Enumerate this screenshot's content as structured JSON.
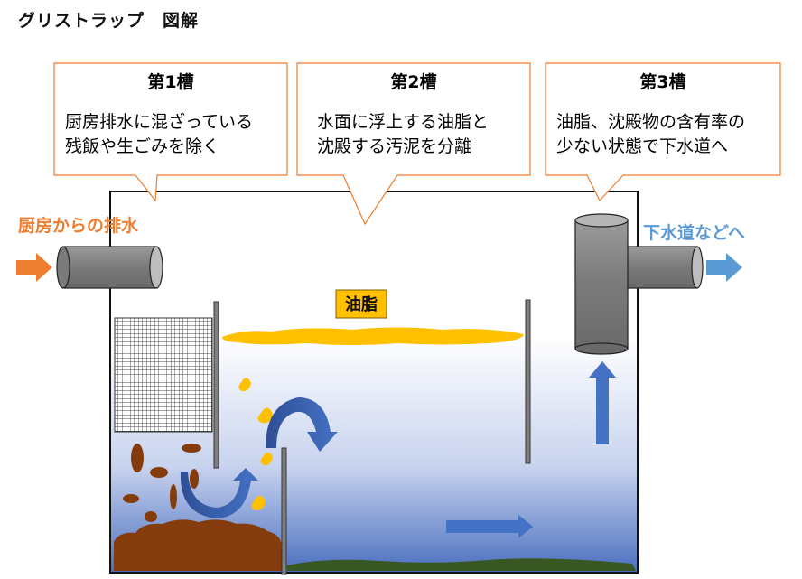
{
  "title": "グリストラップ　図解",
  "callouts": [
    {
      "heading": "第1槽",
      "lines": [
        "厨房排水に混ざっている",
        "残飯や生ごみを除く"
      ]
    },
    {
      "heading": "第2槽",
      "lines": [
        "水面に浮上する油脂と",
        "沈殿する汚泥を分離"
      ]
    },
    {
      "heading": "第3槽",
      "lines": [
        "油脂、沈殿物の含有率の",
        "少ない状態で下水道へ"
      ]
    }
  ],
  "inlet_label": "厨房からの排水",
  "outlet_label": "下水道などへ",
  "oil_label": "油脂",
  "colors": {
    "inlet": "#ED7D31",
    "outlet": "#5B9BD5",
    "oil": "#FFC000",
    "flow_arrow": "#4472C4",
    "debris": "#843C0C",
    "sediment": "#385723",
    "pipe": "#808080",
    "callout_border": "#ED7D31"
  }
}
